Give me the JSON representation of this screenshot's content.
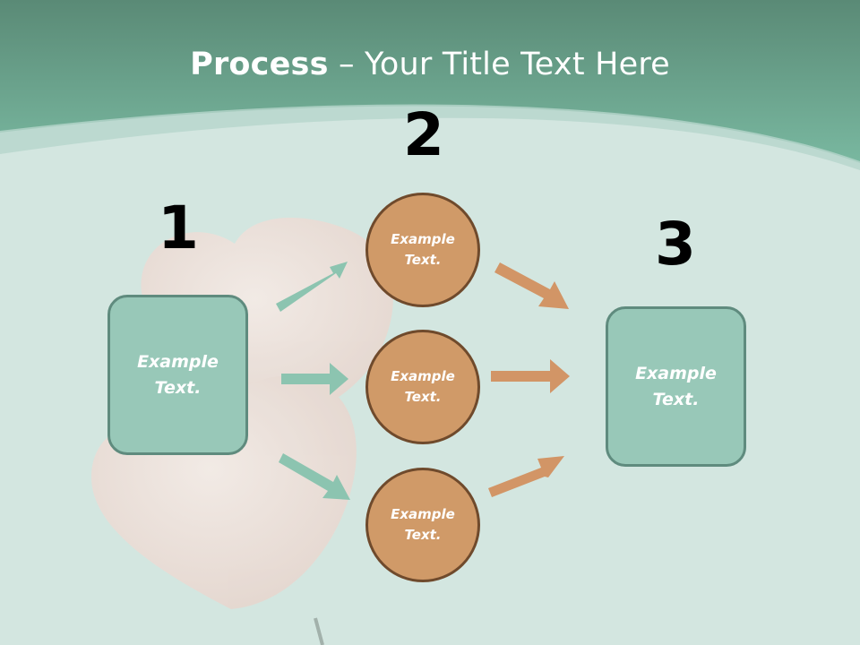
{
  "title": {
    "bold": "Process",
    "rest": " – Your Title Text Here"
  },
  "steps": {
    "one": {
      "number": "1",
      "text": "Example\nText."
    },
    "two": {
      "number": "2"
    },
    "three": {
      "number": "3",
      "text": "Example\nText."
    }
  },
  "circles": [
    {
      "text": "Example\nText."
    },
    {
      "text": "Example\nText."
    },
    {
      "text": "Example\nText."
    }
  ],
  "colors": {
    "band": "#6fae98",
    "background": "#d3e6e0",
    "box_fill": "#98c8b8",
    "circle_fill": "#d09a68",
    "green_arrow": "#8cc4b0",
    "orange_arrow": "#d29566"
  }
}
